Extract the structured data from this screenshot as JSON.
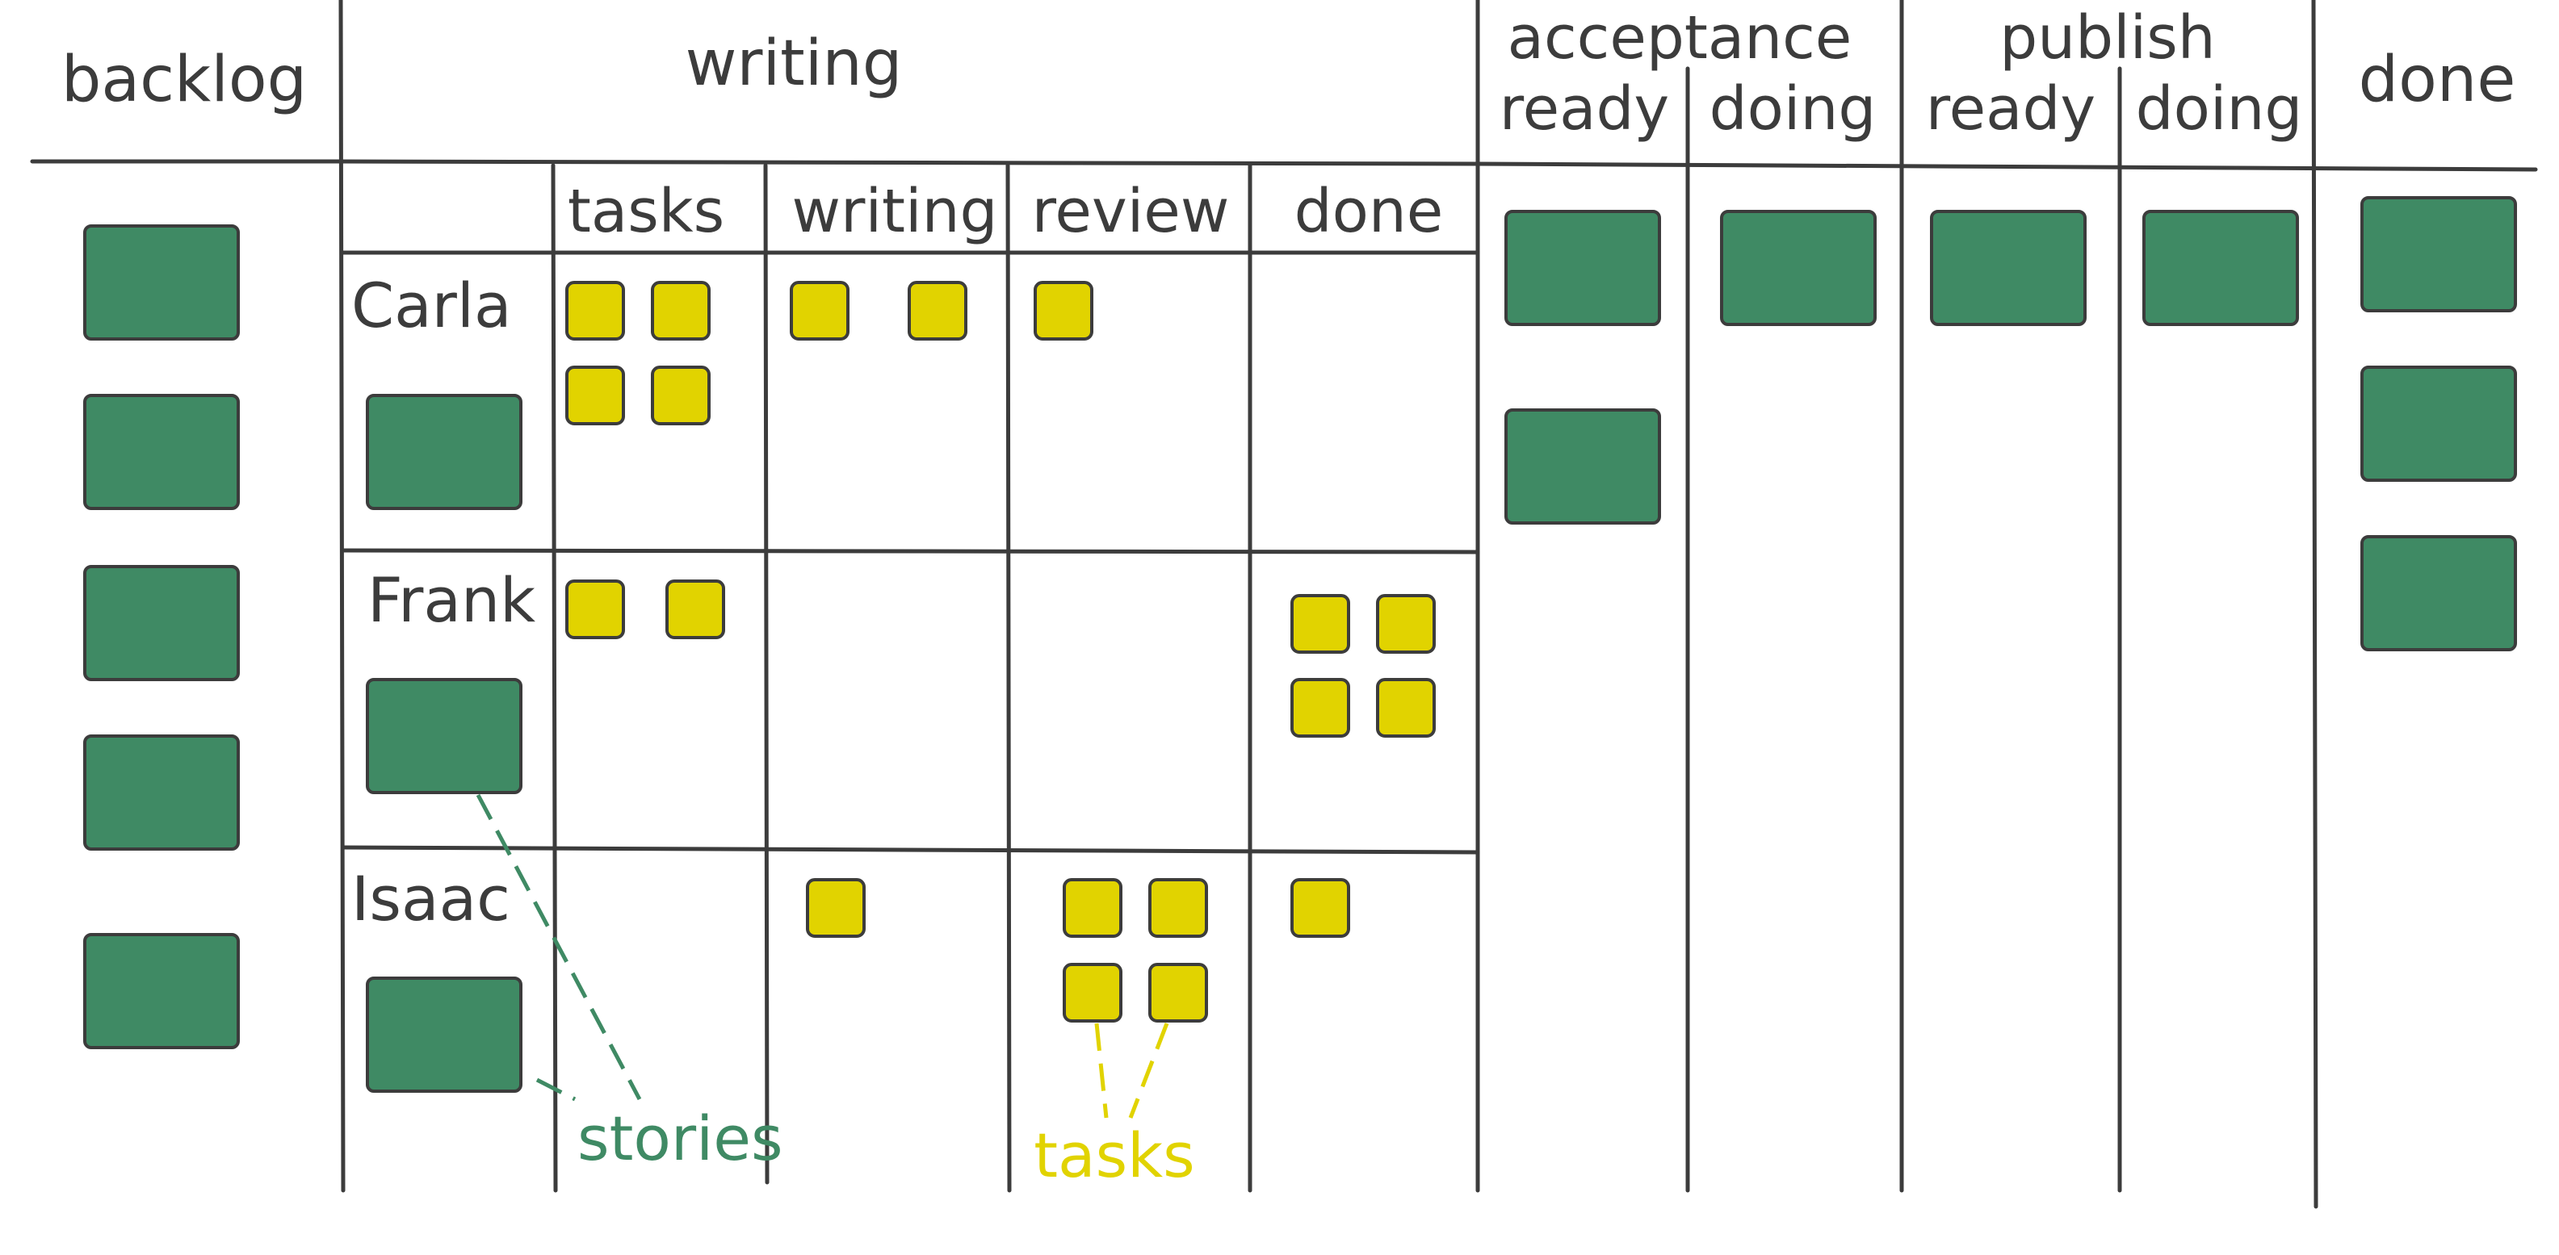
{
  "columns": {
    "backlog": "backlog",
    "writing": "writing",
    "acceptance": "acceptance",
    "acceptance_ready": "ready",
    "acceptance_doing": "doing",
    "publish": "publish",
    "publish_ready": "ready",
    "publish_doing": "doing",
    "done": "done"
  },
  "writing_subcolumns": [
    "tasks",
    "writing",
    "review",
    "done"
  ],
  "people": [
    "Carla",
    "Frank",
    "Isaac"
  ],
  "annotations": {
    "stories": "stories",
    "tasks": "tasks"
  },
  "colors": {
    "story": "#3f8a64",
    "task": "#e1d300",
    "ink": "#3c3c3c"
  }
}
